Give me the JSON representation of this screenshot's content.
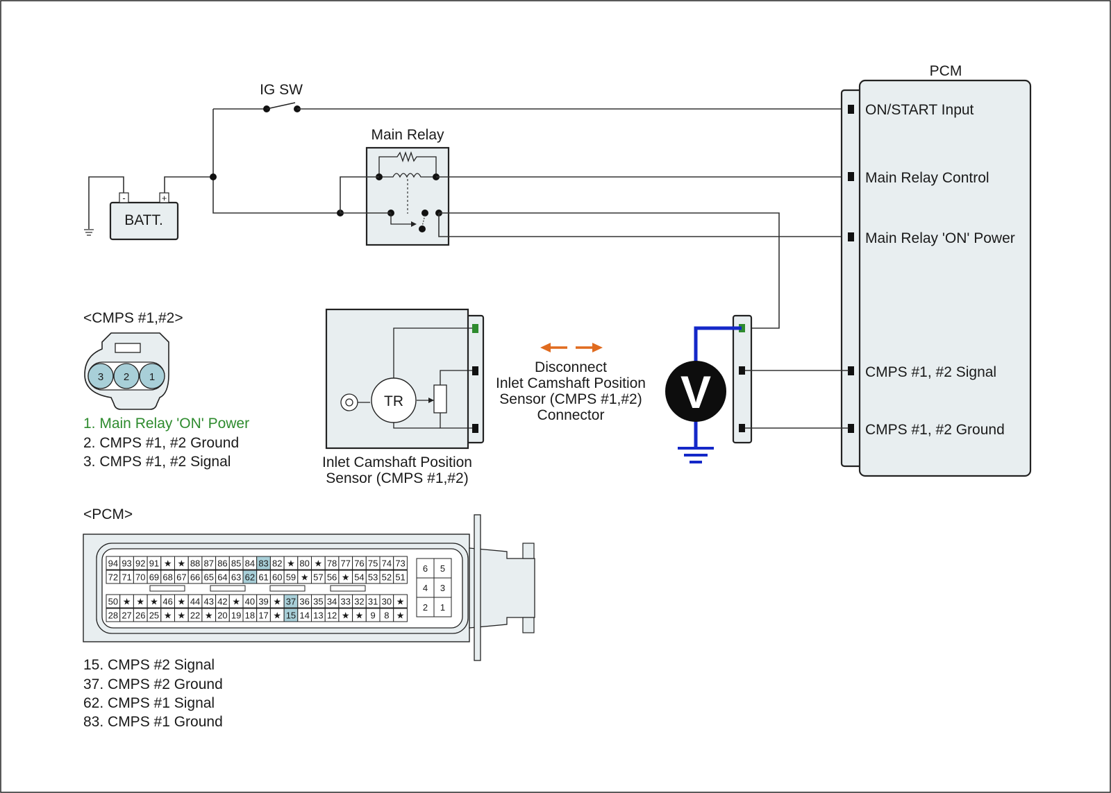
{
  "colors": {
    "panel": "#e8eef0",
    "pin_highlight": "#a8cfd8",
    "green_legend": "#2e8b2e",
    "arrow": "#e06b1f",
    "probe": "#1428c8"
  },
  "labels": {
    "ig_sw": "IG SW",
    "main_relay": "Main Relay",
    "batt": "BATT.",
    "batt_minus": "-",
    "batt_plus": "+",
    "pcm_title": "PCM"
  },
  "pcm_terminals": [
    "ON/START Input",
    "Main Relay Control",
    "Main Relay 'ON' Power",
    "CMPS #1, #2 Signal",
    "CMPS #1, #2 Ground"
  ],
  "sensor": {
    "tr_label": "TR",
    "name_line1": "Inlet Camshaft Position",
    "name_line2": "Sensor (CMPS #1,#2)"
  },
  "instruction": {
    "line1": "Disconnect",
    "line2": "Inlet Camshaft Position",
    "line3": "Sensor (CMPS #1,#2)",
    "line4": "Connector"
  },
  "meter": {
    "symbol": "V"
  },
  "cmps_connector": {
    "title": "<CMPS #1,#2>",
    "pins": [
      "3",
      "2",
      "1"
    ],
    "legend": [
      "1. Main Relay 'ON' Power",
      "2. CMPS #1, #2 Ground",
      "3. CMPS #1, #2 Signal"
    ]
  },
  "pcm_connector": {
    "title": "<PCM>",
    "rows": [
      [
        "94",
        "93",
        "92",
        "91",
        "★",
        "★",
        "88",
        "87",
        "86",
        "85",
        "84",
        "83",
        "82",
        "★",
        "80",
        "★",
        "78",
        "77",
        "76",
        "75",
        "74",
        "73"
      ],
      [
        "72",
        "71",
        "70",
        "69",
        "68",
        "67",
        "66",
        "65",
        "64",
        "63",
        "62",
        "61",
        "60",
        "59",
        "★",
        "57",
        "56",
        "★",
        "54",
        "53",
        "52",
        "51"
      ],
      [
        "50",
        "★",
        "★",
        "★",
        "46",
        "★",
        "44",
        "43",
        "42",
        "★",
        "40",
        "39",
        "★",
        "37",
        "36",
        "35",
        "34",
        "33",
        "32",
        "31",
        "30",
        "★"
      ],
      [
        "28",
        "27",
        "26",
        "25",
        "★",
        "★",
        "22",
        "★",
        "20",
        "19",
        "18",
        "17",
        "★",
        "15",
        "14",
        "13",
        "12",
        "★",
        "★",
        "9",
        "8",
        "★"
      ]
    ],
    "highlighted": [
      "83",
      "62",
      "37",
      "15"
    ],
    "side_block": [
      [
        "6",
        "5"
      ],
      [
        "4",
        "3"
      ],
      [
        "2",
        "1"
      ]
    ],
    "legend": [
      "15. CMPS #2 Signal",
      "37. CMPS #2 Ground",
      "62. CMPS #1 Signal",
      "83. CMPS #1 Ground"
    ]
  }
}
